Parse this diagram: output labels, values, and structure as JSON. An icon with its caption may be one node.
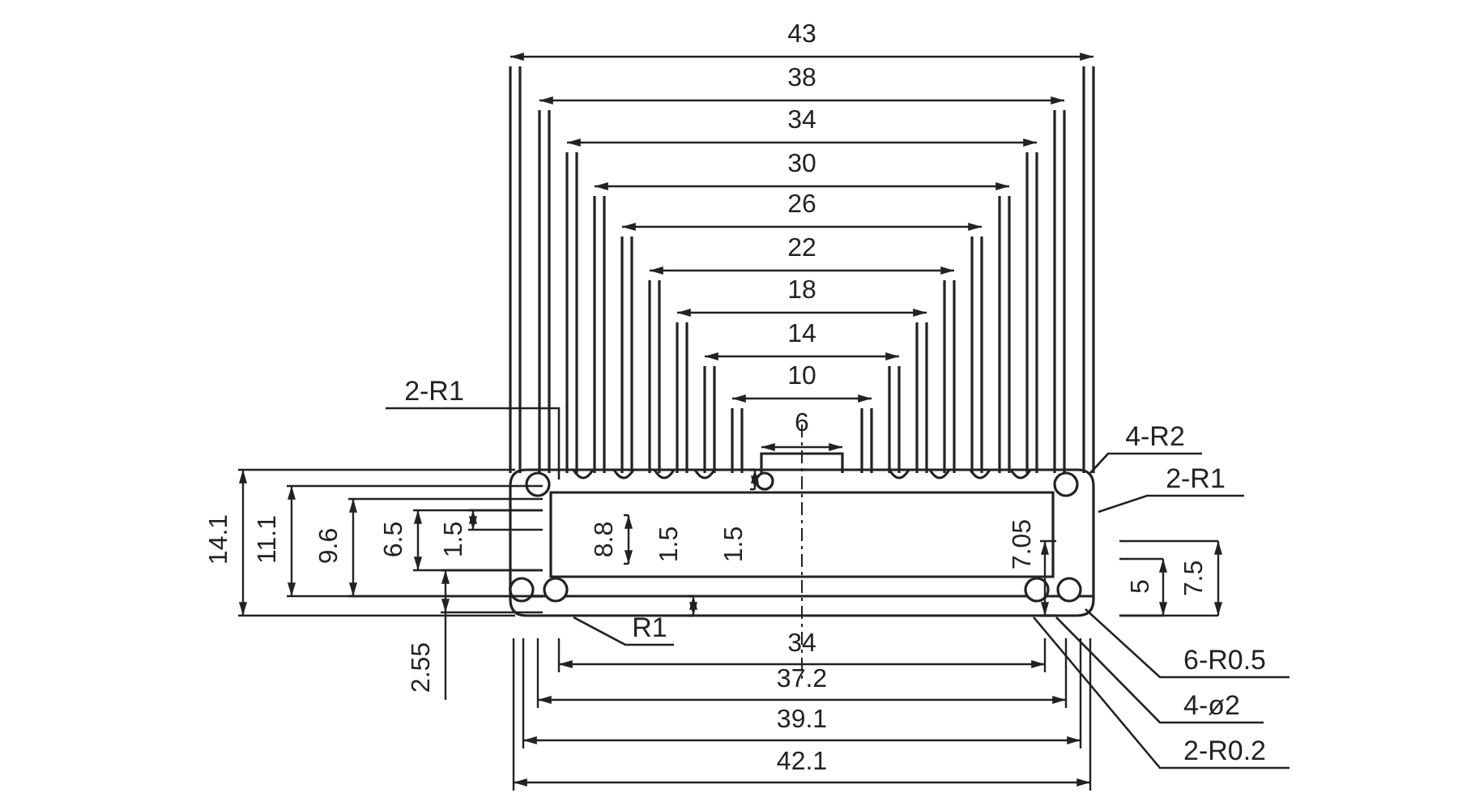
{
  "diagram": {
    "nodes": [
      {
        "text": [
          "2-R1"
        ]
      },
      {
        "text": [
          "4-R2"
        ]
      },
      {
        "text": [
          "2-R1"
        ]
      },
      {
        "text": [
          "R1"
        ]
      },
      {
        "text": [
          "6-R0.5"
        ]
      },
      {
        "text": [
          "4-ø2"
        ]
      },
      {
        "text": [
          "2-R0.2"
        ]
      }
    ],
    "edges": [
      {
        "from": 0,
        "to": null,
        "arrow": "none"
      },
      {
        "from": 1,
        "to": null,
        "arrow": "none"
      },
      {
        "from": 2,
        "to": null,
        "arrow": "none"
      },
      {
        "from": 3,
        "to": null,
        "arrow": "none"
      },
      {
        "from": 4,
        "to": null,
        "arrow": "none"
      },
      {
        "from": 5,
        "to": null,
        "arrow": "none"
      },
      {
        "from": 6,
        "to": null,
        "arrow": "none"
      }
    ],
    "labels": [
      "43",
      "38",
      "34",
      "30",
      "26",
      "22",
      "18",
      "14",
      "10",
      "6",
      "14.1",
      "11.1",
      "9.6",
      "6.5",
      "1.5",
      "8.8",
      "1.5",
      "1.5",
      "7.05",
      "5",
      "7.5",
      "2.55",
      "34",
      "37.2",
      "39.1",
      "42.1"
    ]
  }
}
